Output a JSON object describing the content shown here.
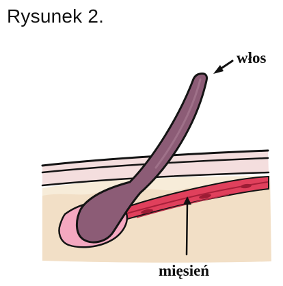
{
  "caption": "Rysunek 2.",
  "labels": {
    "hair": "włos",
    "muscle": "mięsień"
  },
  "colors": {
    "hair_fill": "#8c5c76",
    "hair_stroke": "#141414",
    "muscle_fill": "#e0405c",
    "muscle_dark": "#a8203a",
    "follicle_fill": "#f4a8c0",
    "dermis_fill": "#f2dfc6",
    "epidermis_band": "#f3dcdc",
    "text": "#111111"
  },
  "icons": {
    "hair_pointer": "arrow-pointer-icon",
    "muscle_pointer": "arrow-up-pointer-icon"
  }
}
